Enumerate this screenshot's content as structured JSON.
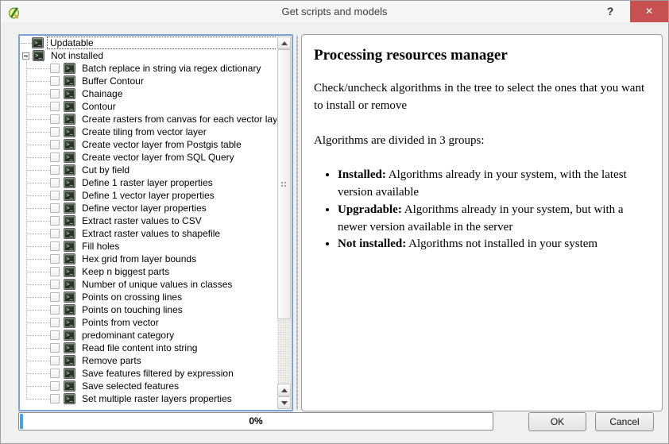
{
  "window": {
    "title": "Get scripts and models",
    "help_label": "?",
    "close_label": "✕"
  },
  "icons": {
    "script_glyph": ">_"
  },
  "tree": {
    "roots": [
      {
        "label": "Updatable",
        "expander": false,
        "focused": true,
        "children": []
      },
      {
        "label": "Not installed",
        "expander": true,
        "focused": false,
        "children": [
          "Batch replace in string via regex dictionary",
          "Buffer Contour",
          "Chainage",
          "Contour",
          "Create rasters from canvas for each vector laye...",
          "Create tiling from vector layer",
          "Create vector layer from Postgis table",
          "Create vector layer from SQL Query",
          "Cut by field",
          "Define 1 raster layer properties",
          "Define 1 vector layer properties",
          "Define vector layer properties",
          "Extract raster values to CSV",
          "Extract raster values to shapefile",
          "Fill holes",
          "Hex grid from layer bounds",
          "Keep n biggest parts",
          "Number of unique values in classes",
          "Points on crossing lines",
          "Points on touching lines",
          "Points from vector",
          "predominant category",
          "Read file content into string",
          "Remove parts",
          "Save features filtered by expression",
          "Save selected features",
          "Set multiple raster layers properties"
        ]
      }
    ]
  },
  "help_panel": {
    "heading": "Processing resources manager",
    "intro": "Check/uncheck algorithms in the tree to select the ones that you want to install or remove",
    "groups_line": "Algorithms are divided in 3 groups:",
    "bullets": [
      {
        "lead": "Installed:",
        "text": " Algorithms already in your system, with the latest version available"
      },
      {
        "lead": "Upgradable:",
        "text": " Algorithms already in your system, but with a newer version available in the server"
      },
      {
        "lead": "Not installed:",
        "text": " Algorithms not installed in your system"
      }
    ]
  },
  "footer": {
    "progress_label": "0%",
    "ok_label": "OK",
    "cancel_label": "Cancel"
  },
  "colors": {
    "close_button": "#c75050",
    "tree_border": "#7ba3d4",
    "progress_chunk": "#46a2e2"
  }
}
